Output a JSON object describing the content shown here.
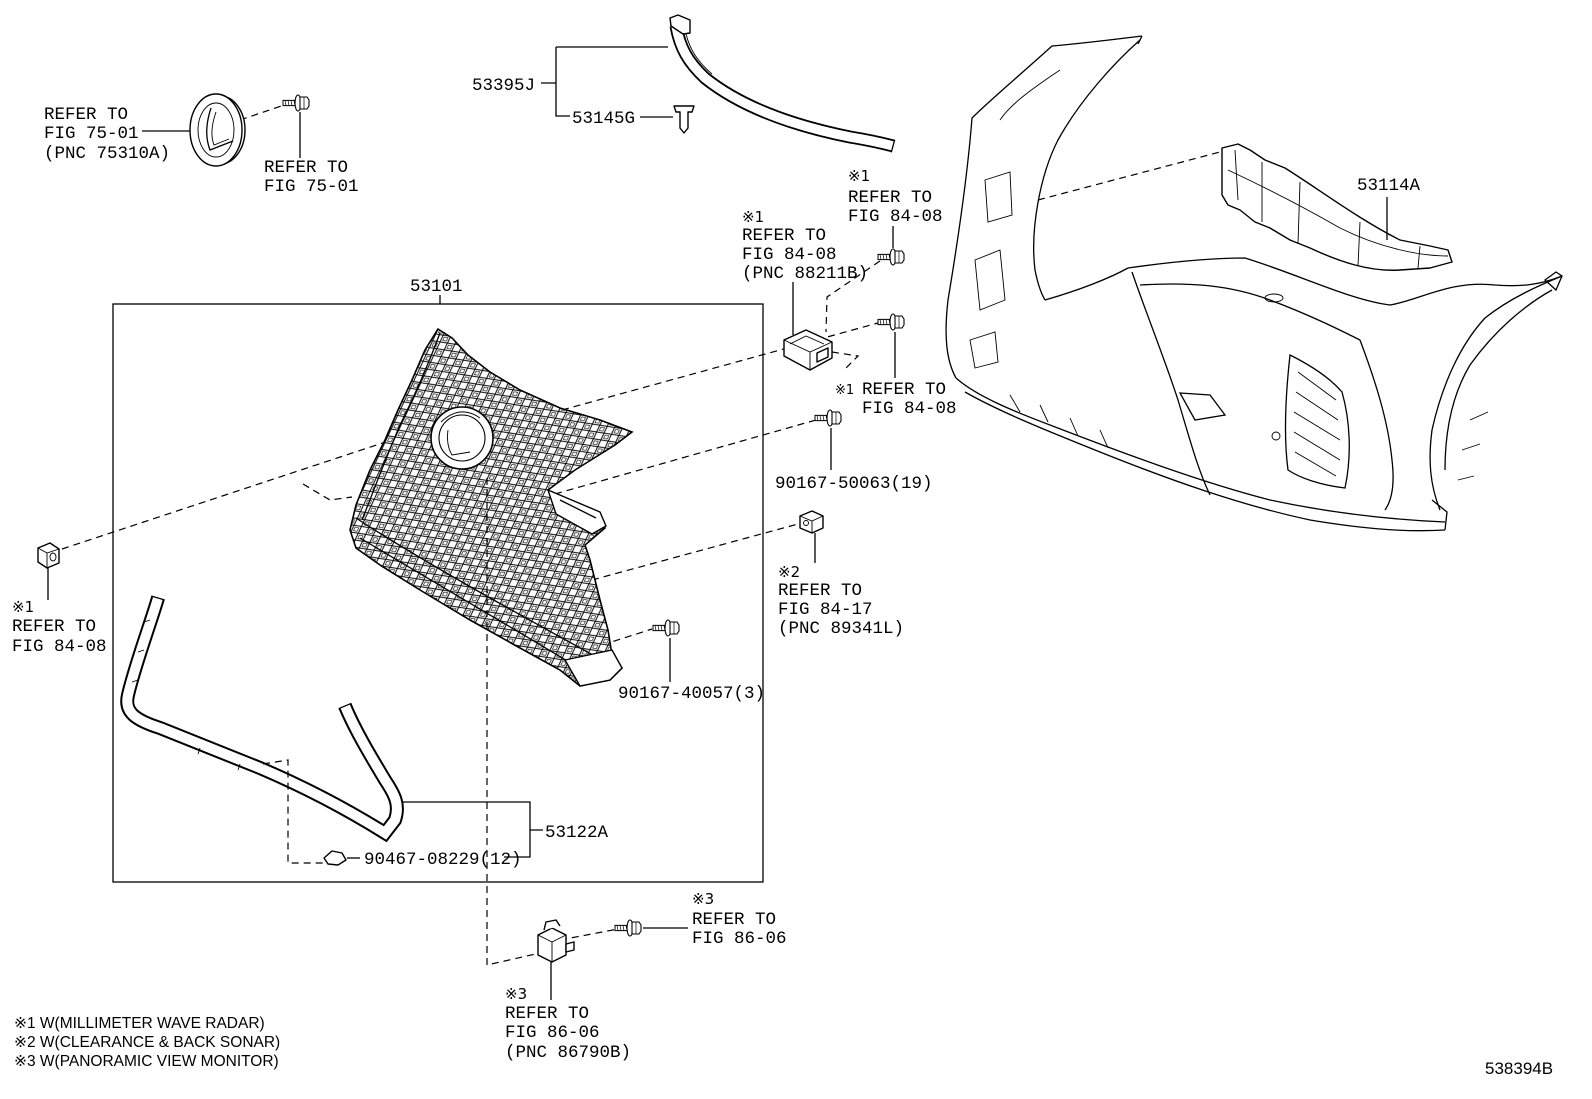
{
  "diagram": {
    "id": "538394B",
    "legend": [
      "※1 W(MILLIMETER WAVE RADAR)",
      "※2 W(CLEARANCE & BACK SONAR)",
      "※3 W(PANORAMIC VIEW MONITOR)"
    ]
  },
  "parts": {
    "grille": "53101",
    "bumper_retainer": "53114A",
    "lower_moulding": "53122A",
    "upper_moulding": "53395J",
    "upper_moulding_clip": "53145G",
    "screw_a": "90167-50063(19)",
    "screw_b": "90167-40057(3)",
    "moulding_clip": "90467-08229(12)"
  },
  "references": {
    "emblem": {
      "line1": "REFER TO",
      "line2": "FIG 75-01",
      "pnc": "(PNC 75310A)"
    },
    "emblem_fastener": {
      "line1": "REFER TO",
      "line2": "FIG 75-01"
    },
    "radar_bolt_upper": {
      "mark": "※1",
      "line1": "REFER TO",
      "line2": "FIG 84-08"
    },
    "radar": {
      "mark": "※1",
      "line1": "REFER TO",
      "line2": "FIG 84-08",
      "pnc": "(PNC 88211B)"
    },
    "radar_bolt_lower": {
      "mark": "※1",
      "line1": "REFER TO",
      "line2": "FIG 84-08"
    },
    "sonar": {
      "mark": "※2",
      "line1": "REFER TO",
      "line2": "FIG 84-17",
      "pnc": "(PNC 89341L)"
    },
    "left_nut": {
      "mark": "※1",
      "line1": "REFER TO",
      "line2": "FIG 84-08"
    },
    "camera_bolt": {
      "mark": "※3",
      "line1": "REFER TO",
      "line2": "FIG 86-06"
    },
    "camera": {
      "mark": "※3",
      "line1": "REFER TO",
      "line2": "FIG 86-06",
      "pnc": "(PNC 86790B)"
    }
  }
}
